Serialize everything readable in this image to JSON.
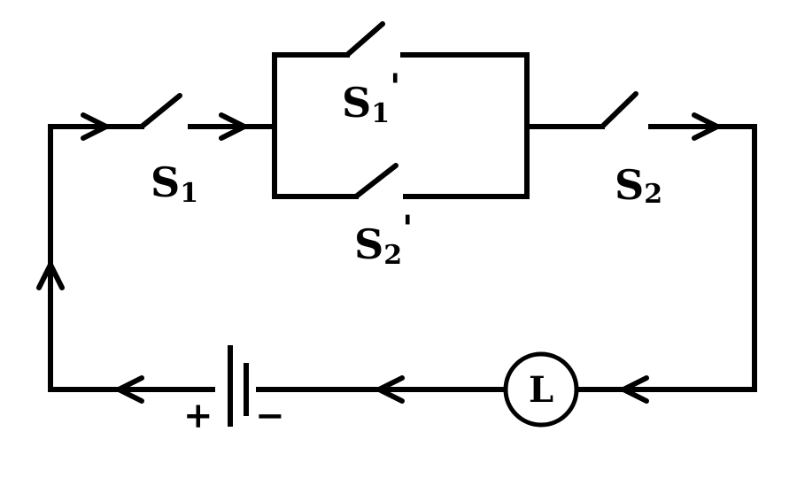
{
  "switches": {
    "s1": {
      "letter": "S",
      "subscript": "1",
      "prime": ""
    },
    "s1_prime": {
      "letter": "S",
      "subscript": "1",
      "prime": "'"
    },
    "s2": {
      "letter": "S",
      "subscript": "2",
      "prime": ""
    },
    "s2_prime": {
      "letter": "S",
      "subscript": "2",
      "prime": "'"
    }
  },
  "lamp": {
    "label": "L"
  },
  "battery": {
    "positive": "+",
    "negative": "−"
  },
  "colors": {
    "ink": "#000000",
    "background": "#ffffff"
  }
}
